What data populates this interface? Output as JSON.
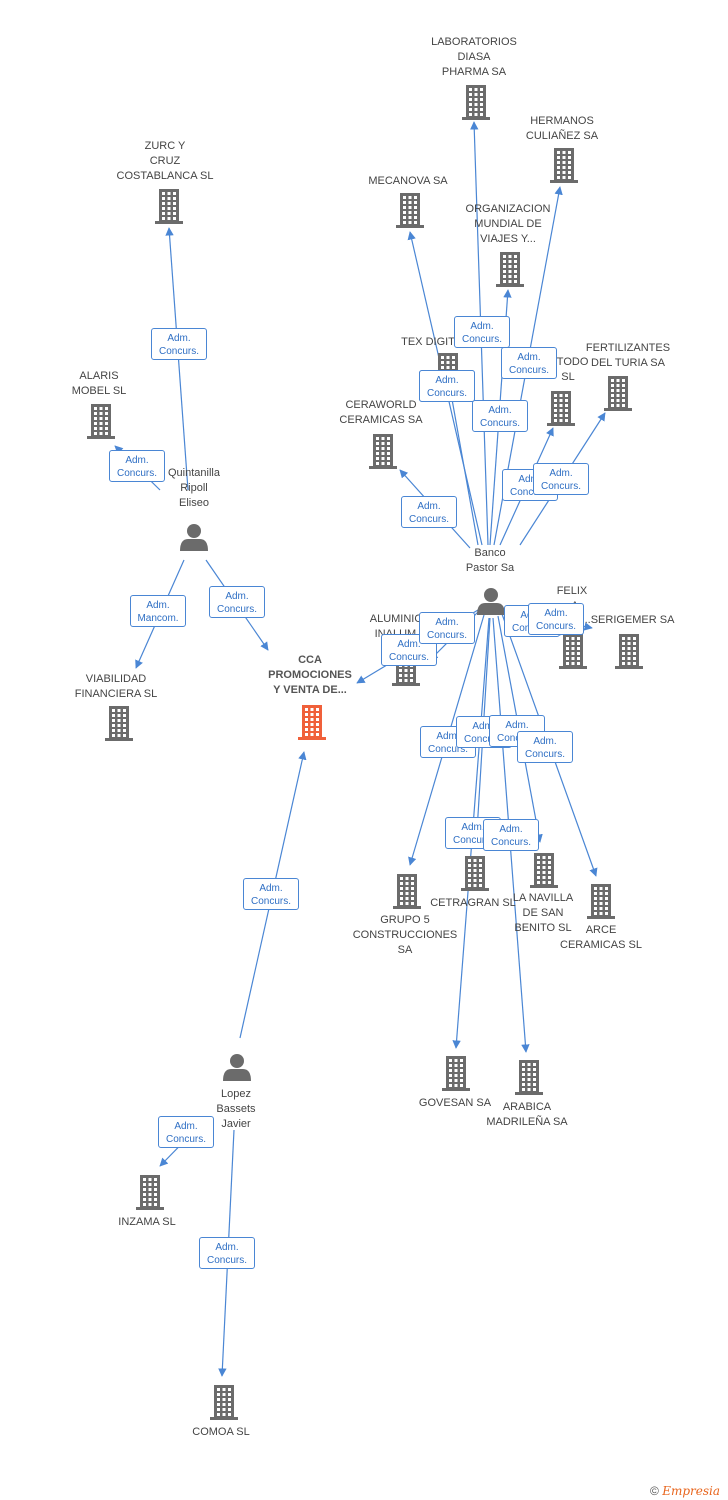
{
  "colors": {
    "edge": "#4a86d4",
    "company": "#6b6b6b",
    "main_company": "#f0603a",
    "person": "#6b6b6b"
  },
  "nodes": [
    {
      "id": "cca",
      "type": "company",
      "main": true,
      "label": "CCA\nPROMOCIONES\nY VENTA DE..."
    },
    {
      "id": "quintanilla",
      "type": "person",
      "label": "Quintanilla\nRipoll\nEliseo"
    },
    {
      "id": "banco",
      "type": "person",
      "label": "Banco\nPastor Sa"
    },
    {
      "id": "lopez",
      "type": "person",
      "label": "Lopez\nBassets\nJavier"
    },
    {
      "id": "zurc",
      "type": "company",
      "label": "ZURC Y\nCRUZ\nCOSTABLANCA SL"
    },
    {
      "id": "alaris",
      "type": "company",
      "label": "ALARIS\nMOBEL SL"
    },
    {
      "id": "viabilidad",
      "type": "company",
      "label": "VIABILIDAD\nFINANCIERA SL"
    },
    {
      "id": "laboratorios",
      "type": "company",
      "label": "LABORATORIOS\nDIASA\nPHARMA SA"
    },
    {
      "id": "hermanos",
      "type": "company",
      "label": "HERMANOS\nCULIAÑEZ SA"
    },
    {
      "id": "mecanova",
      "type": "company",
      "label": "MECANOVA SA"
    },
    {
      "id": "organizacion",
      "type": "company",
      "label": "ORGANIZACION\nMUNDIAL DE\nVIAJES Y..."
    },
    {
      "id": "texdigit",
      "type": "company",
      "label": "TEX DIGIT..."
    },
    {
      "id": "todo",
      "type": "company",
      "label": "...TODO\nSL"
    },
    {
      "id": "fertilizantes",
      "type": "company",
      "label": "FERTILIZANTES\nDEL TURIA SA"
    },
    {
      "id": "ceraworld",
      "type": "company",
      "label": "CERAWORLD\nCERAMICAS SA"
    },
    {
      "id": "aluminios",
      "type": "company",
      "label": "ALUMINIOS\nINALUM..."
    },
    {
      "id": "felix",
      "type": "company",
      "label": "FELIX\n...A-\n...SL"
    },
    {
      "id": "serigemer",
      "type": "company",
      "label": "...SERIGEMER SA"
    },
    {
      "id": "grupo5",
      "type": "company",
      "label": "GRUPO 5\nCONSTRUCCIONES SA"
    },
    {
      "id": "cetragran",
      "type": "company",
      "label": "CETRAGRAN SL"
    },
    {
      "id": "navilla",
      "type": "company",
      "label": "LA NAVILLA\nDE SAN\nBENITO SL"
    },
    {
      "id": "arce",
      "type": "company",
      "label": "ARCE\nCERAMICAS SL"
    },
    {
      "id": "govesan",
      "type": "company",
      "label": "GOVESAN SA"
    },
    {
      "id": "arabica",
      "type": "company",
      "label": "ARABICA\nMADRILEÑA SA"
    },
    {
      "id": "inzama",
      "type": "company",
      "label": "INZAMA SL"
    },
    {
      "id": "comoa",
      "type": "company",
      "label": "COMOA SL"
    }
  ],
  "edges": [
    {
      "id": "e1",
      "from": "quintanilla",
      "to": "zurc",
      "label": "Adm.\nConcurs."
    },
    {
      "id": "e2",
      "from": "quintanilla",
      "to": "alaris",
      "label": "Adm.\nConcurs."
    },
    {
      "id": "e3",
      "from": "quintanilla",
      "to": "viabilidad",
      "label": "Adm.\nMancom."
    },
    {
      "id": "e4",
      "from": "quintanilla",
      "to": "cca",
      "label": "Adm.\nConcurs."
    },
    {
      "id": "e5",
      "from": "lopez",
      "to": "cca",
      "label": "Adm.\nConcurs."
    },
    {
      "id": "e6",
      "from": "lopez",
      "to": "inzama",
      "label": "Adm.\nConcurs."
    },
    {
      "id": "e7",
      "from": "lopez",
      "to": "comoa",
      "label": "Adm.\nConcurs."
    },
    {
      "id": "e8",
      "from": "banco",
      "to": "laboratorios",
      "label": "Adm.\nConcurs."
    },
    {
      "id": "e9",
      "from": "banco",
      "to": "hermanos",
      "label": "Adm.\nConcurs."
    },
    {
      "id": "e10",
      "from": "banco",
      "to": "mecanova",
      "label": "Adm.\nConcurs."
    },
    {
      "id": "e11",
      "from": "banco",
      "to": "organizacion",
      "label": "Adm.\nConcurs."
    },
    {
      "id": "e12",
      "from": "banco",
      "to": "texdigit",
      "label": "Adm.\nConcurs."
    },
    {
      "id": "e13",
      "from": "banco",
      "to": "todo",
      "label": "Adm.\nConcurs."
    },
    {
      "id": "e14",
      "from": "banco",
      "to": "fertilizantes",
      "label": "Adm.\nConcurs."
    },
    {
      "id": "e15",
      "from": "banco",
      "to": "ceraworld",
      "label": "Adm.\nConcurs."
    },
    {
      "id": "e16",
      "from": "banco",
      "to": "cca",
      "label": "Adm.\nConcurs."
    },
    {
      "id": "e17",
      "from": "banco",
      "to": "aluminios",
      "label": "Adm.\nConcurs."
    },
    {
      "id": "e18",
      "from": "banco",
      "to": "felix",
      "label": "Adm.\nConcurs."
    },
    {
      "id": "e19",
      "from": "banco",
      "to": "serigemer",
      "label": "Adm.\nConcurs."
    },
    {
      "id": "e20",
      "from": "banco",
      "to": "grupo5",
      "label": "Adm.\nConcurs."
    },
    {
      "id": "e21",
      "from": "banco",
      "to": "cetragran",
      "label": "Adm.\nConcurs."
    },
    {
      "id": "e22",
      "from": "banco",
      "to": "navilla",
      "label": "Adm.\nConcurs."
    },
    {
      "id": "e23",
      "from": "banco",
      "to": "arce",
      "label": "Adm.\nConcurs."
    },
    {
      "id": "e24",
      "from": "banco",
      "to": "govesan",
      "label": "Adm.\nConcurs."
    },
    {
      "id": "e25",
      "from": "banco",
      "to": "arabica",
      "label": "Adm.\nConcurs."
    }
  ],
  "footer": {
    "copyright": "©",
    "brand": "Empresia"
  }
}
